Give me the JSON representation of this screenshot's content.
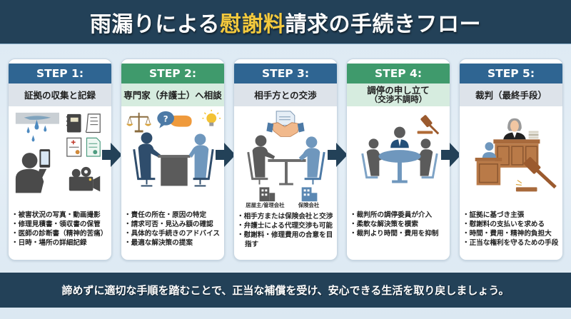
{
  "title": {
    "prefix": "雨漏りによる",
    "highlight": "慰謝料",
    "suffix": "請求の手続きフロー",
    "highlight_color": "#f3c93d"
  },
  "colors": {
    "dark_navy": "#234158",
    "step_blue": "#2f6592",
    "step_green": "#3f9a6c"
  },
  "steps": [
    {
      "label": "STEP 1:",
      "title": "証拠の収集と記録",
      "subtitle": "",
      "theme": "blue",
      "icons": [
        "roof-leak-icon",
        "notebook-icon",
        "receipt-icon",
        "medical-certificate-icon",
        "document-icon",
        "person-with-phone-icon",
        "video-camera-icon"
      ],
      "bullets": [
        "被害状況の写真・動画撮影",
        "修理見積書・領収書の保管",
        "医師の診断書（精神的苦痛）",
        "日時・場所の詳細記録"
      ]
    },
    {
      "label": "STEP 2:",
      "title": "専門家（弁護士）へ相談",
      "subtitle": "",
      "theme": "green",
      "icons": [
        "scales-of-justice-icon",
        "question-bubble-icon",
        "lightbulb-icon",
        "consultation-desk-icon"
      ],
      "bullets": [
        "責任の所在・原因の特定",
        "請求可否・見込み額の確認",
        "具体的な手続きのアドバイス",
        "最適な解決策の提案"
      ]
    },
    {
      "label": "STEP 3:",
      "title": "相手方との交渉",
      "subtitle": "",
      "theme": "blue",
      "icons": [
        "handshake-icon",
        "negotiation-table-icon",
        "building-icon"
      ],
      "buildings": [
        "居屋主/管理会社",
        "保険会社"
      ],
      "bullets": [
        "相手方または保険会社と交渉",
        "弁護士による代理交渉も可能",
        "慰謝料・修理費用の合意を目指す"
      ]
    },
    {
      "label": "STEP 4:",
      "title": "調停の申し立て",
      "subtitle": "（交渉不調時）",
      "theme": "green",
      "icons": [
        "gavel-icon",
        "mediation-table-icon"
      ],
      "bullets": [
        "裁判所の調停委員が介入",
        "柔軟な解決策を模索",
        "裁判より時間・費用を抑制"
      ]
    },
    {
      "label": "STEP 5:",
      "title": "裁判（最終手段）",
      "subtitle": "",
      "theme": "blue",
      "icons": [
        "judge-icon",
        "courtroom-icon",
        "gavel-icon"
      ],
      "bullets": [
        "証拠に基づき主張",
        "慰謝料の支払いを求める",
        "時間・費用・精神的負担大",
        "正当な権利を守るための手段"
      ]
    }
  ],
  "footer": {
    "text": "諦めずに適切な手順を踏むことで、正当な補償を受け、安心できる生活を取り戻しましょう。"
  }
}
